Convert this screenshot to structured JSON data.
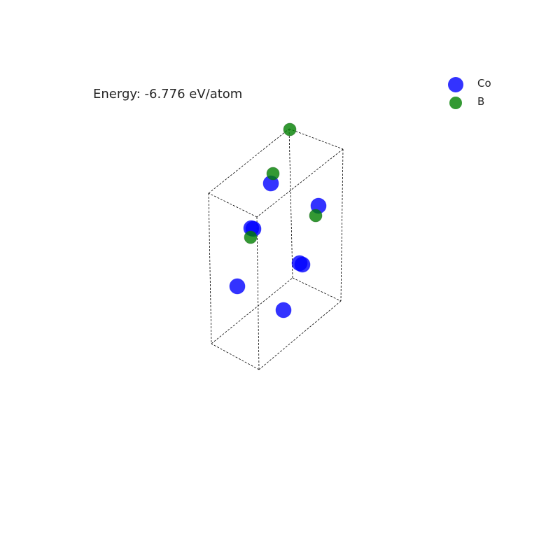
{
  "energy_label": "Energy: -6.776 eV/atom",
  "legend": [
    {
      "label": "Co",
      "color": "#0000ff"
    },
    {
      "label": "B",
      "color": "#008000"
    }
  ],
  "style": {
    "cell_edge_color": "#000000",
    "atom_opacity": 0.8
  }
}
